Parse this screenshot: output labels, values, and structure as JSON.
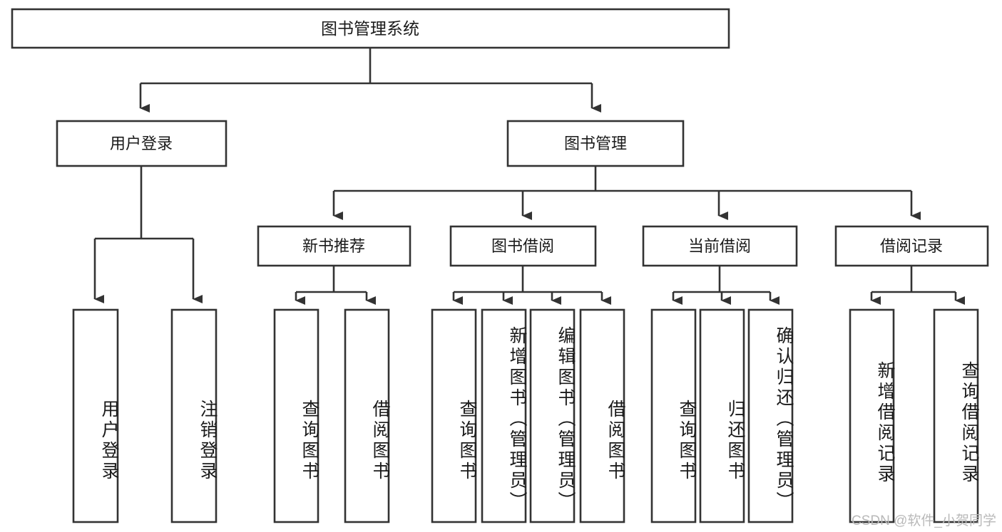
{
  "diagram": {
    "type": "tree",
    "title": "图书管理系统",
    "watermark": "CSDN @软件_小贺同学",
    "colors": {
      "box_stroke": "#333333",
      "box_fill": "#ffffff",
      "text": "#1a1a1a",
      "watermark": "#b9b9b9",
      "background": "#ffffff"
    },
    "root": {
      "label": "图书管理系统"
    },
    "level2": [
      {
        "id": "user-login",
        "label": "用户登录"
      },
      {
        "id": "book-management",
        "label": "图书管理"
      }
    ],
    "level3": [
      {
        "id": "new-book-recommend",
        "label": "新书推荐"
      },
      {
        "id": "book-borrow",
        "label": "图书借阅"
      },
      {
        "id": "current-borrow",
        "label": "当前借阅"
      },
      {
        "id": "borrow-record",
        "label": "借阅记录"
      }
    ],
    "leaves": [
      {
        "id": "leaf-user-login",
        "label": "用户登录",
        "parent": "user-login"
      },
      {
        "id": "leaf-logout",
        "label": "注销登录",
        "parent": "user-login"
      },
      {
        "id": "leaf-query-book-1",
        "label": "查询图书",
        "parent": "new-book-recommend"
      },
      {
        "id": "leaf-borrow-book-1",
        "label": "借阅图书",
        "parent": "new-book-recommend"
      },
      {
        "id": "leaf-query-book-2",
        "label": "查询图书",
        "parent": "book-borrow"
      },
      {
        "id": "leaf-add-book",
        "label": "新增图书（管理员）",
        "parent": "book-borrow"
      },
      {
        "id": "leaf-edit-book",
        "label": "编辑图书（管理员）",
        "parent": "book-borrow"
      },
      {
        "id": "leaf-borrow-book-2",
        "label": "借阅图书",
        "parent": "book-borrow"
      },
      {
        "id": "leaf-query-book-3",
        "label": "查询图书",
        "parent": "current-borrow"
      },
      {
        "id": "leaf-return-book",
        "label": "归还图书",
        "parent": "current-borrow"
      },
      {
        "id": "leaf-confirm-return",
        "label": "确认归还（管理员）",
        "parent": "current-borrow"
      },
      {
        "id": "leaf-add-record",
        "label": "新增借阅记录",
        "parent": "borrow-record"
      },
      {
        "id": "leaf-query-record",
        "label": "查询借阅记录",
        "parent": "borrow-record"
      }
    ]
  }
}
